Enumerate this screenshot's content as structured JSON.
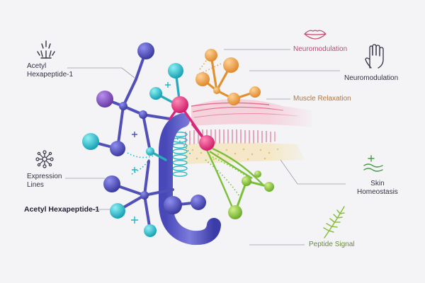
{
  "labels": {
    "left_top_line1": "Acetyl",
    "left_top_line2": "Hexapeptide-1",
    "left_mid_line1": "Expression",
    "left_mid_line2": "Lines",
    "left_bottom": "Acetyl Hexapeptide-1",
    "right_top": "Neuromodulation",
    "right_upper": "Neuromodulation",
    "right_mid": "Muscle Relaxation",
    "right_lower_line1": "Skin",
    "right_lower_line2": "Homeostasis",
    "right_bottom": "Peptide Signal"
  },
  "colors": {
    "background": "#f4f4f7",
    "text_dark": "#333344",
    "text_pink": "#c24a6a",
    "text_orange": "#b5743a",
    "text_green": "#6a8a3a",
    "indigo": "#4c4cb4",
    "purple": "#7a4db3",
    "teal": "#1fb5c4",
    "magenta": "#e0327a",
    "orange": "#e8a048",
    "green": "#7cbf3a",
    "leader": "#9a9aa8"
  },
  "icons": {
    "left_top": "radiating-hand-icon",
    "left_mid": "network-node-icon",
    "right_top": "lips-icon",
    "right_upper": "hand-outline-icon",
    "right_lower": "wave-plus-icon",
    "right_bottom": "leaf-icon"
  }
}
